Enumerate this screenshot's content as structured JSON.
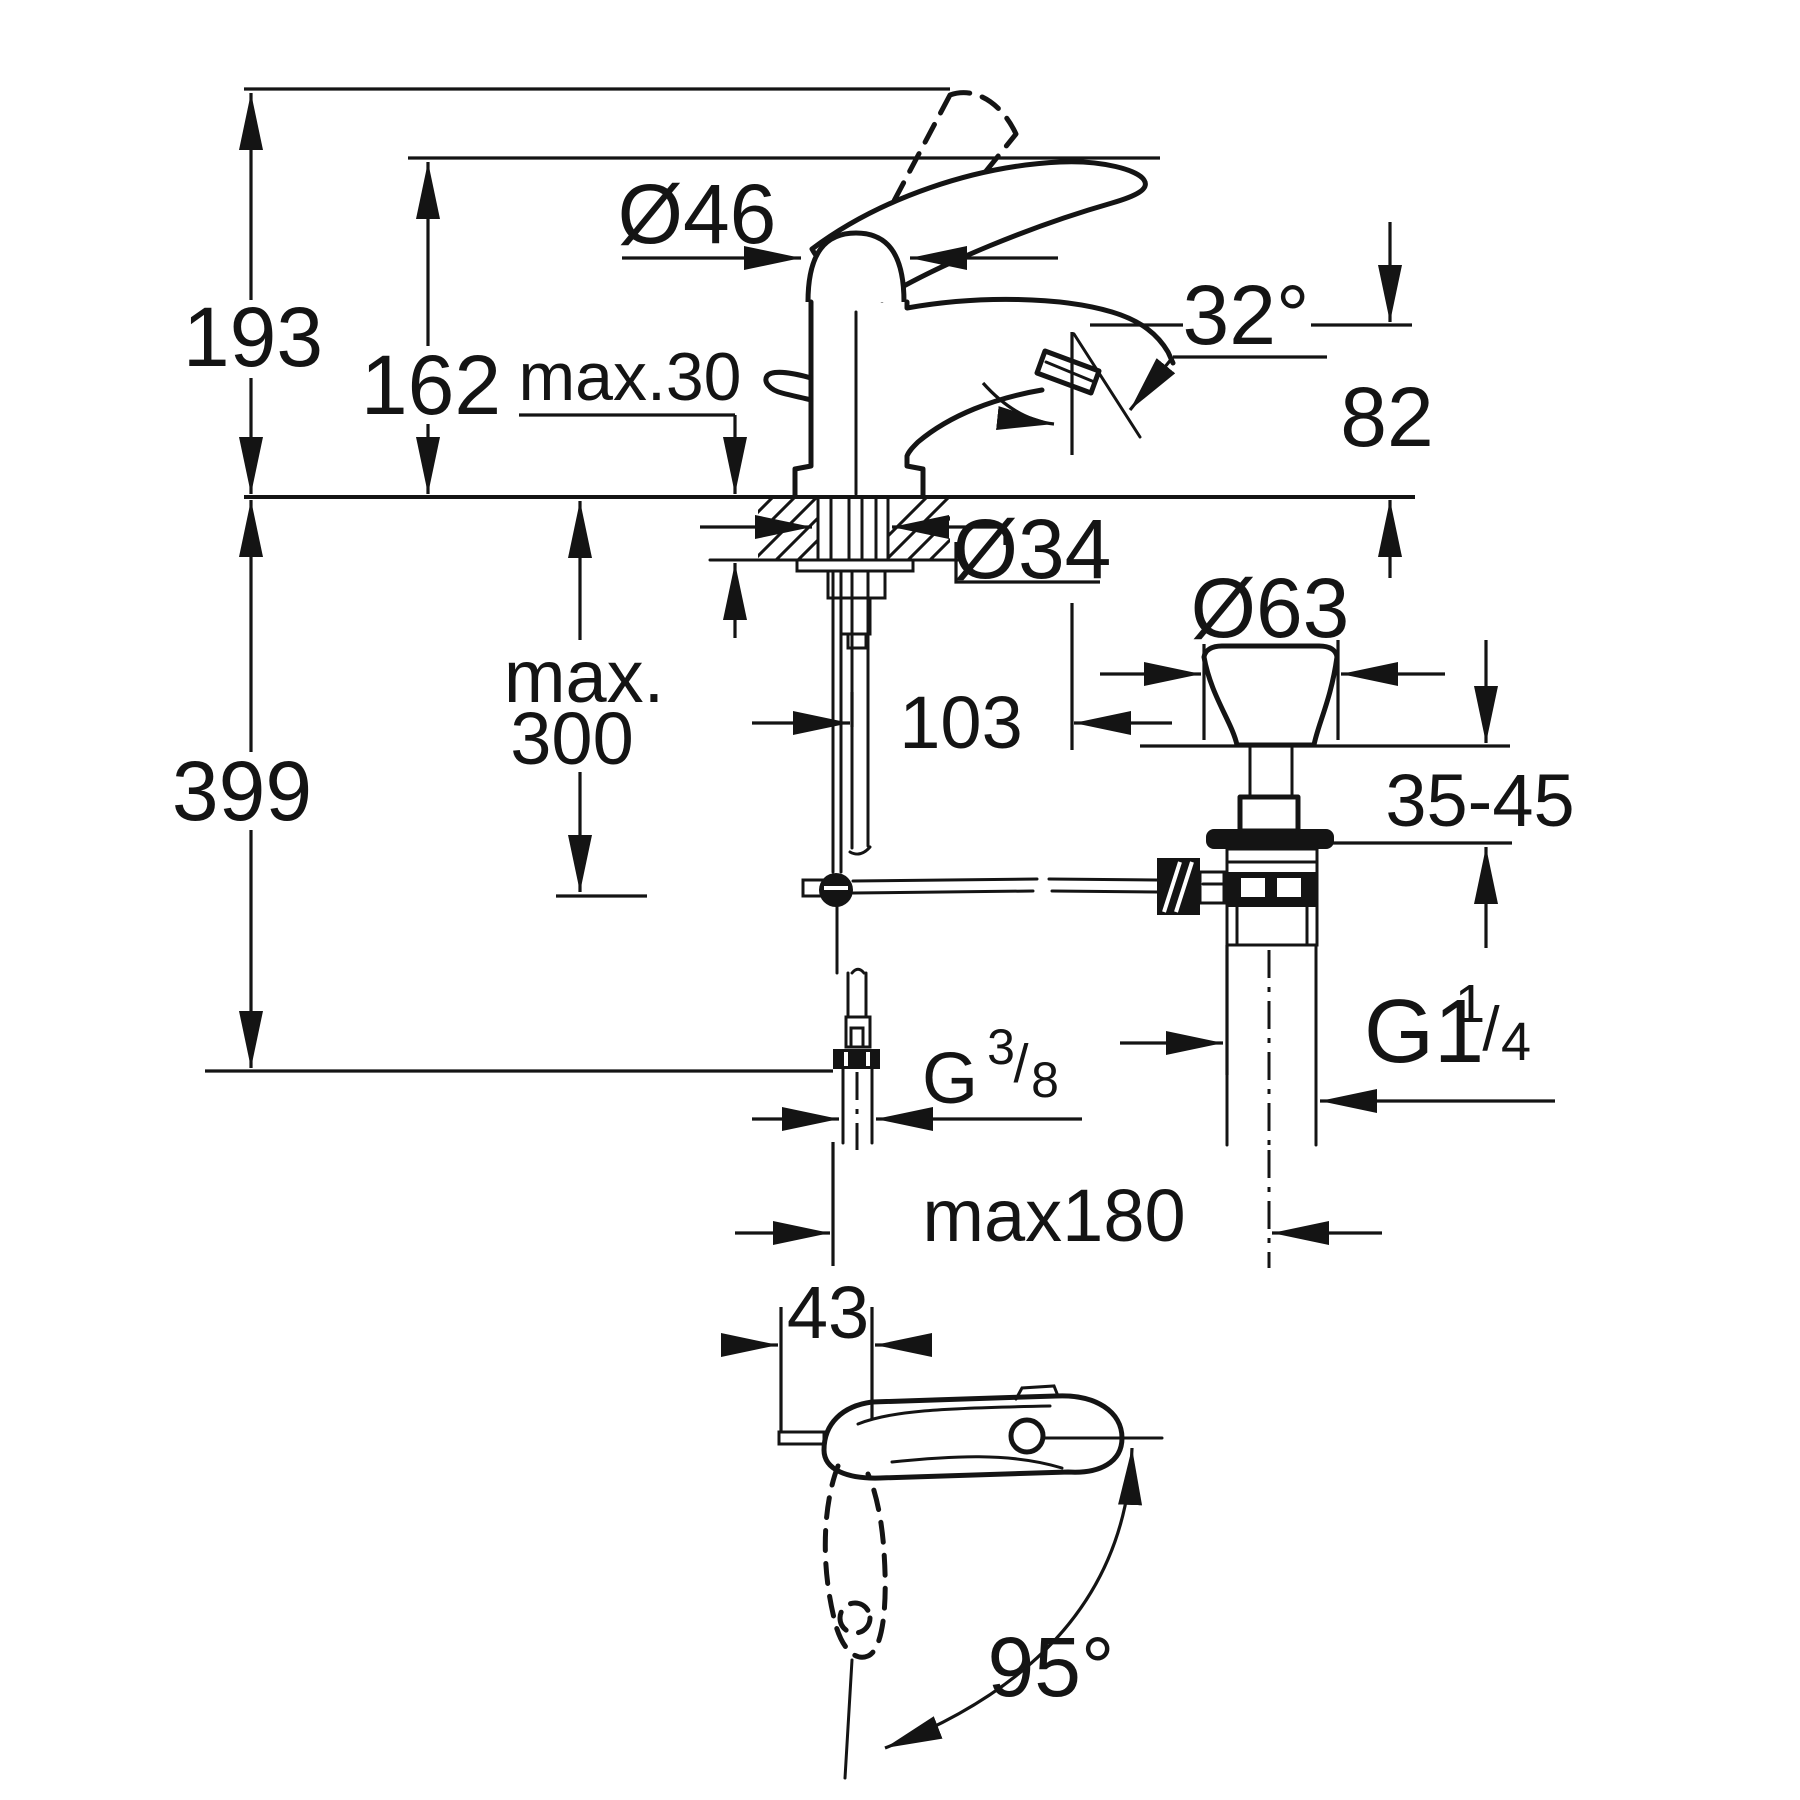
{
  "drawing": {
    "kind": "technical dimension drawing",
    "subject": "single-lever basin mixer tap with pop-up waste set",
    "background_color": "#ffffff",
    "line_color": "#141414",
    "labels": {
      "total_height": "193",
      "lever_height": "162",
      "cartridge_diameter": "Ø46",
      "deck_thickness": "max.30",
      "spout_angle": "32°",
      "spout_height": "82",
      "hole_diameter": "Ø34",
      "rod_depth_prefix": "max.",
      "rod_depth_value": "300",
      "under_counter_depth": "399",
      "spout_reach": "103",
      "waste_flange_diameter": "Ø63",
      "waste_deck_range": "35-45",
      "waste_thread_main": "G1",
      "waste_thread_sup": "1",
      "waste_thread_slash": "/",
      "waste_thread_sub": "4",
      "supply_thread_main": "G",
      "supply_thread_sup": "3",
      "supply_thread_slash": "/",
      "supply_thread_sub": "8",
      "rod_horizontal_reach": "max180",
      "handle_width": "43",
      "handle_swing_angle": "95°"
    }
  }
}
